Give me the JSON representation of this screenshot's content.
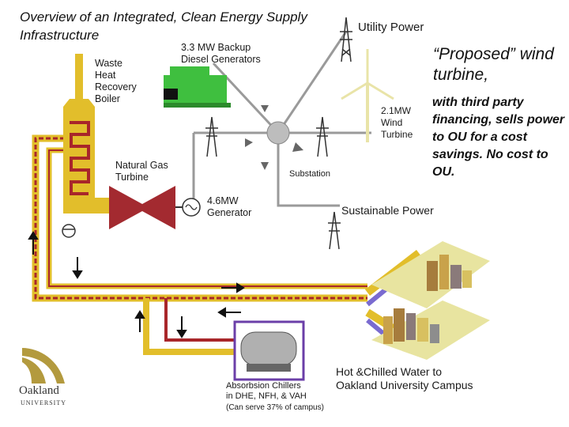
{
  "title": "Overview of an Integrated, Clean Energy Supply Infrastructure",
  "labels": {
    "utility_power": "Utility Power",
    "backup_gen": "3.3 MW Backup\nDiesel Generators",
    "waste_heat": "Waste\nHeat\nRecovery\nBoiler",
    "natural_gas": "Natural Gas\nTurbine",
    "generator": "4.6MW\nGenerator",
    "substation": "Substation",
    "wind": "2.1MW\nWind\nTurbine",
    "sustainable": "Sustainable Power",
    "hot_chilled": "Hot &Chilled Water to\nOakland University Campus",
    "chillers": "Absorbsion Chillers\nin DHE, NFH, & VAH",
    "chillers_note": "(Can serve 37% of campus)"
  },
  "callout": {
    "heading": "“Proposed” wind turbine,",
    "body": "with third party financing, sells power to OU for a cost savings.  No cost to OU."
  },
  "logo": {
    "name": "Oakland",
    "sub": "UNIVERSITY"
  },
  "colors": {
    "boiler_yellow": "#e2be2b",
    "heat_red": "#a8262a",
    "turbine_red": "#a32a30",
    "generator_green": "#3fbf3f",
    "chiller_border": "#6b3fa8",
    "power_line": "#888888"
  }
}
